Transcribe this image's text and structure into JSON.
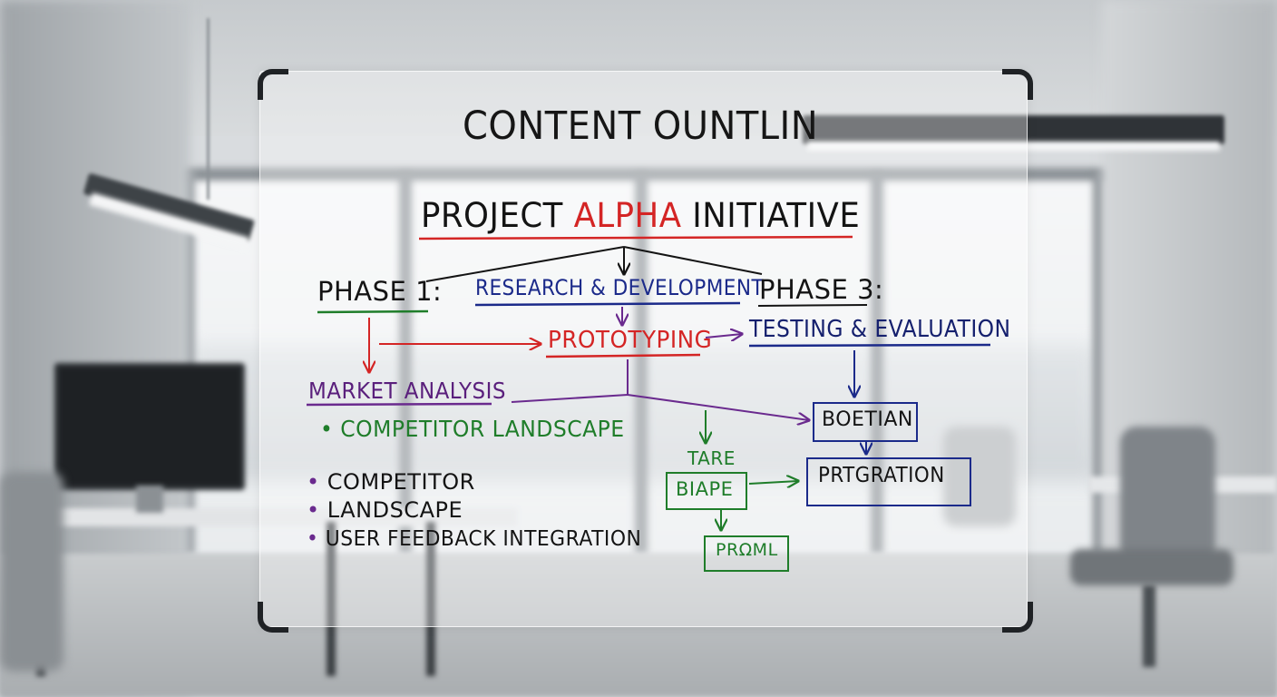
{
  "board": {
    "title": "CONTENT OUNTLIN",
    "project_prefix": "PROJECT ",
    "project_accent": "ALPHA",
    "project_suffix": " INITIATIVE",
    "phase1": "PHASE 1:",
    "research": "RESEARCH & DEVELOPMENT",
    "phase3": "PHASE 3:",
    "prototyping": "PROTOTYPING",
    "testing": "TESTING & EVALUATION",
    "market_analysis": "MARKET ANALYSIS",
    "competitor_landscape": "COMPETITOR LANDSCAPE",
    "bullets": [
      "COMPETITOR",
      "LANDSCAPE",
      "USER FEEDBACK INTEGRATION"
    ],
    "bullet_symbol": "•",
    "tare": "TARE",
    "biape": "BIAPE",
    "proml": "PRΩML",
    "boetian": "BOETIAN",
    "prtgration": "PRTGRATION"
  },
  "colors": {
    "red": "#d42525",
    "blue": "#1b2a8a",
    "green": "#1f7d2a",
    "purple": "#6a2a8e",
    "black": "#141414"
  }
}
